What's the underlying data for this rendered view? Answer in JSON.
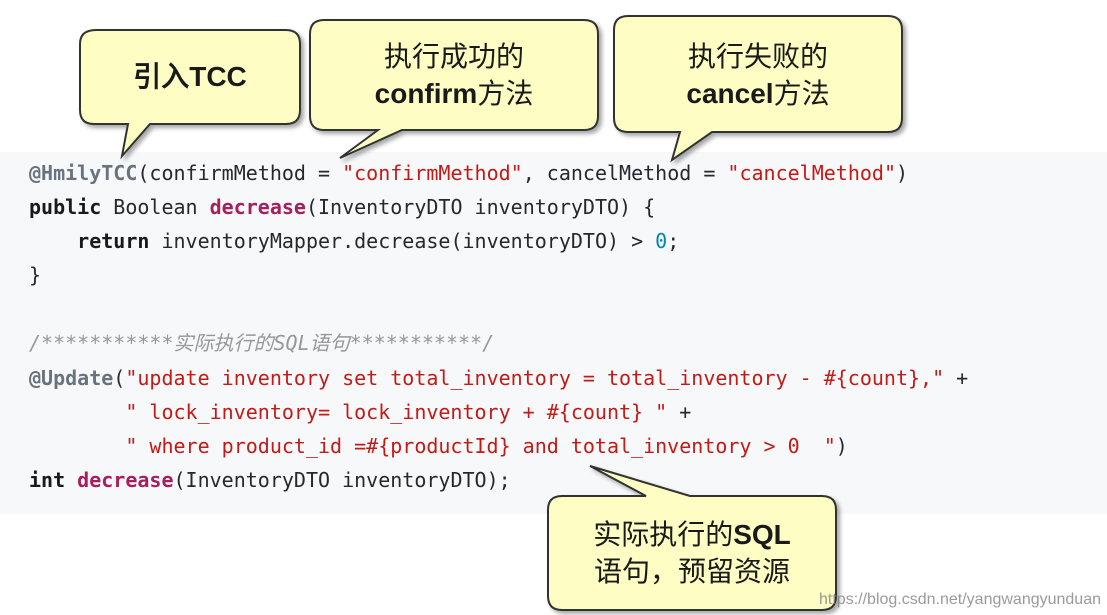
{
  "callouts": {
    "tcc": {
      "text": "引入TCC"
    },
    "confirm": {
      "line1": "执行成功的",
      "line2_code": "confirm",
      "line2_rest": "方法"
    },
    "cancel": {
      "line1": "执行失败的",
      "line2_code": "cancel",
      "line2_rest": "方法"
    },
    "sql": {
      "line1_cn": "实际执行的",
      "line1_code": "SQL",
      "line2": "语句，预留资源"
    }
  },
  "code": {
    "l1": {
      "annotation": "@HmilyTCC",
      "p1": "(confirmMethod = ",
      "s1": "\"confirmMethod\"",
      "p2": ", cancelMethod = ",
      "s2": "\"cancelMethod\"",
      "p3": ")"
    },
    "l2": {
      "kw": "public",
      "p1": " Boolean ",
      "fn": "decrease",
      "p2": "(InventoryDTO inventoryDTO) {"
    },
    "l3": {
      "indent": "    ",
      "kw": "return",
      "p1": " inventoryMapper.decrease(inventoryDTO) > ",
      "num": "0",
      "p2": ";"
    },
    "l4": {
      "p1": "}"
    },
    "l6": {
      "comment": "/***********实际执行的SQL语句***********/"
    },
    "l7": {
      "annotation": "@Update",
      "p1": "(",
      "s1": "\"update inventory set total_inventory = total_inventory - #{count},\"",
      "p2": " +"
    },
    "l8": {
      "indent": "        ",
      "s1": "\" lock_inventory= lock_inventory + #{count} \"",
      "p2": " +"
    },
    "l9": {
      "indent": "        ",
      "s1": "\" where product_id =#{productId} and total_inventory > 0  \"",
      "p2": ")"
    },
    "l10": {
      "kw": "int",
      "p1": " ",
      "fn": "decrease",
      "p2": "(InventoryDTO inventoryDTO);"
    }
  },
  "watermark": "https://blog.csdn.net/yangwangyunduan",
  "colors": {
    "callout_fill": "#fdfdc4",
    "callout_stroke": "#333333",
    "code_bg": "#f6f8fa",
    "keyword_red": "#a71d5d",
    "string_red": "#c41a16"
  }
}
